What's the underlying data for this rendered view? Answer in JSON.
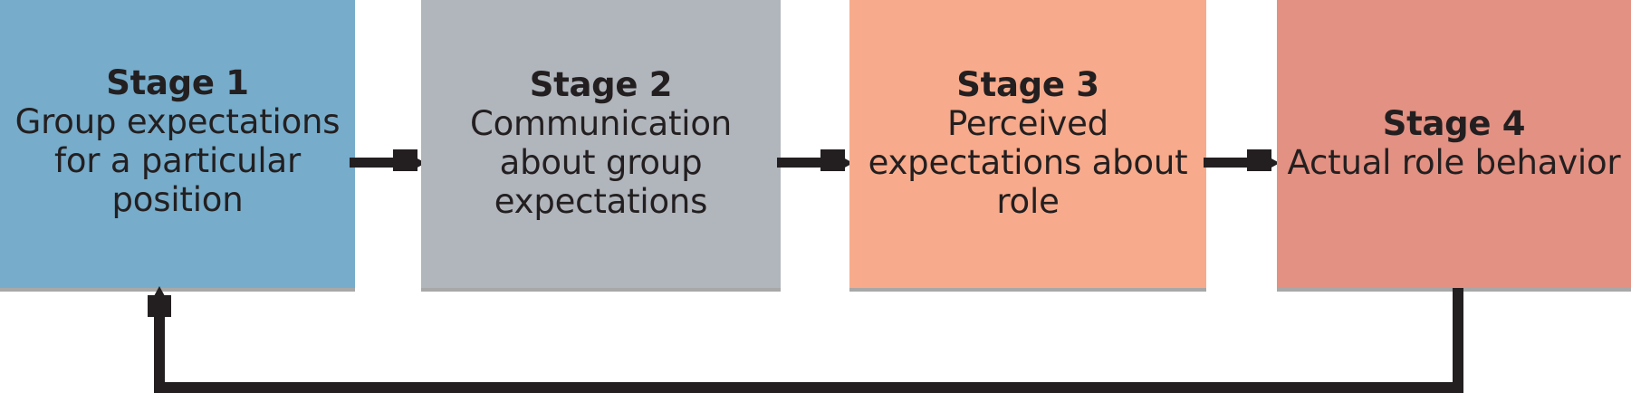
{
  "diagram": {
    "type": "process-flow",
    "orientation": "horizontal",
    "stage_count": 4,
    "background_color": "#ffffff",
    "connector_color": "#231f20",
    "text_color": "#231f20",
    "stages": [
      {
        "id": "stage-1",
        "title": "Stage 1",
        "description": "Group expectations for a particular position",
        "color": "#77acca"
      },
      {
        "id": "stage-2",
        "title": "Stage 2",
        "description": "Communication about group expectations",
        "color": "#b1b5bc"
      },
      {
        "id": "stage-3",
        "title": "Stage 3",
        "description": "Perceived expectations about role",
        "color": "#f7ab8c"
      },
      {
        "id": "stage-4",
        "title": "Stage 4",
        "description": "Actual role behavior",
        "color": "#e29183"
      }
    ],
    "connectors": [
      {
        "id": "connector-1-to-2",
        "from": "stage-1",
        "to": "stage-2",
        "style": "block-arrow"
      },
      {
        "id": "connector-2-to-3",
        "from": "stage-2",
        "to": "stage-3",
        "style": "block-arrow"
      },
      {
        "id": "connector-3-to-4",
        "from": "stage-3",
        "to": "stage-4",
        "style": "block-arrow"
      }
    ],
    "feedback_loop": {
      "id": "feedback-loop-4-to-1",
      "from": "stage-4",
      "to": "stage-1",
      "style": "block-arrow",
      "path": "down-left-up"
    }
  }
}
